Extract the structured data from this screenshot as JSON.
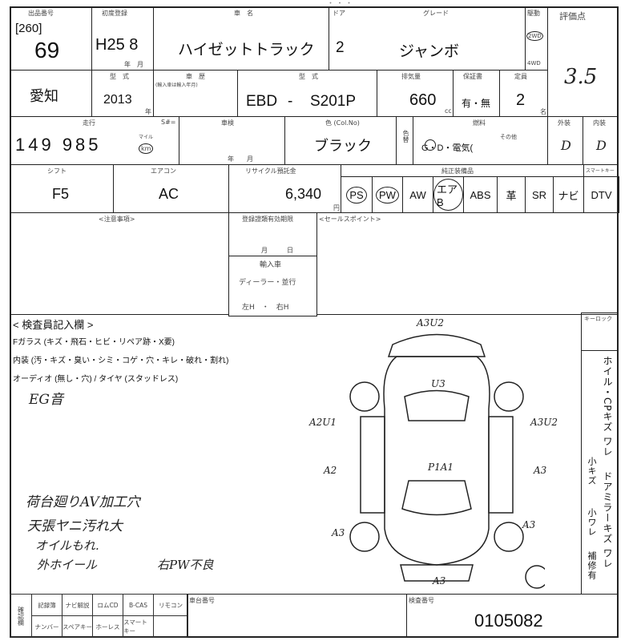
{
  "header": {
    "top_mark": "・ ・ ・"
  },
  "row1": {
    "lot_label": "出品番号",
    "lot_code": "[260]",
    "lot_number": "69",
    "first_reg_label": "初度登録",
    "first_reg": "H25 8",
    "year_month_label": "年　月",
    "car_name_label": "車　名",
    "car_name": "ハイゼットトラック",
    "door_label": "ドア",
    "doors": "2",
    "grade_label": "グレード",
    "grade": "ジャンボ",
    "drive_label": "駆動",
    "drive_2wd": "2WD",
    "drive_4wd": "4WD",
    "score_label": "評価点",
    "score": "3.5"
  },
  "row2": {
    "region": "愛知",
    "model_year_label": "型　式",
    "model_year": "2013",
    "year_unit": "年",
    "history_label": "車　歴",
    "history_sub": "(輸入車は輸入年月)",
    "model_code_label": "型　式",
    "model_prefix": "EBD",
    "model_sep": "-",
    "model_code": "S201P",
    "displacement_label": "排気量",
    "displacement": "660",
    "cc": "cc",
    "warranty_label": "保証書",
    "warranty": "有・無",
    "capacity_label": "定員",
    "capacity": "2",
    "person_unit": "名"
  },
  "row3": {
    "mileage_label": "走行",
    "mileage": "149 985",
    "mile_unit": "マイル",
    "km_unit": "km",
    "s_label": "S#=",
    "inspection_label": "車検",
    "year_month": "年　　月",
    "color_label": "色 (Col.No)",
    "color": "ブラック",
    "color_change_label": "色替",
    "fuel_label": "燃料",
    "fuel": "G・D・電気(",
    "fuel_other": "その他",
    "exterior_label": "外装",
    "exterior": "D",
    "interior_label": "内装",
    "interior": "D"
  },
  "row4": {
    "shift_label": "シフト",
    "shift": "F5",
    "ac_label": "エアコン",
    "ac": "AC",
    "recycle_label": "リサイクル預託金",
    "recycle": "6,340",
    "yen": "円",
    "equipment_label": "純正装備品",
    "smart_label": "スマートキー",
    "equipment": [
      {
        "label": "PS",
        "circled": true
      },
      {
        "label": "PW",
        "circled": true
      },
      {
        "label": "AW",
        "circled": false
      },
      {
        "label": "エアB",
        "circled": true
      },
      {
        "label": "ABS",
        "circled": false
      },
      {
        "label": "革",
        "circled": false
      },
      {
        "label": "SR",
        "circled": false
      },
      {
        "label": "ナビ",
        "circled": false
      },
      {
        "label": "DTV",
        "circled": false
      }
    ]
  },
  "notes": {
    "caution_label": "<注意事項>",
    "reg_label": "登録證類有効期限",
    "month_day": "月　　　日",
    "import_label": "輸入車",
    "import_value": "ディーラー・並行",
    "steering": "左H　・　右H",
    "sales_label": "<セールスポイント>"
  },
  "inspector": {
    "title": "< 検査員記入欄 >",
    "glass": "Fガラス (キズ・飛石・ヒビ・リペア跡・X要)",
    "interior": "内装 (汚・キズ・臭い・シミ・コゲ・穴・キレ・破れ・割れ)",
    "audio": "オーディオ (無し・穴) / タイヤ (スタッドレス)",
    "hand_note1": "EG音",
    "hand_notes": [
      "荷台廻りAV加工穴",
      "天張ヤニ汚れ大",
      "オイルもれ.",
      "外ホイール"
    ],
    "hand_note_pw": "右PW不良",
    "keylock_label": "キーロック",
    "side_text_1": "ホイル・CPキズ ワレ",
    "side_text_2": "ドアミラーキズ ワレ",
    "side_small_1": "小キズ",
    "side_small_2": "小ワレ",
    "side_repair": "補修有",
    "diagram_marks": [
      "A3U2",
      "U3",
      "A2U1",
      "A3U2",
      "A2",
      "P1A1",
      "A3",
      "A3",
      "A3",
      "A3"
    ]
  },
  "footer": {
    "confirm_label": "確認欄",
    "items_top": [
      "記録簿",
      "ナビ解説",
      "ロムCD",
      "B-CAS",
      "リモコン"
    ],
    "items_bottom": [
      "ナンバー",
      "スペアキー",
      "ホーレス",
      "スマートキー",
      ""
    ],
    "vehicle_no_label": "車台番号",
    "check_no_label": "検査番号",
    "check_no": "0105082"
  }
}
